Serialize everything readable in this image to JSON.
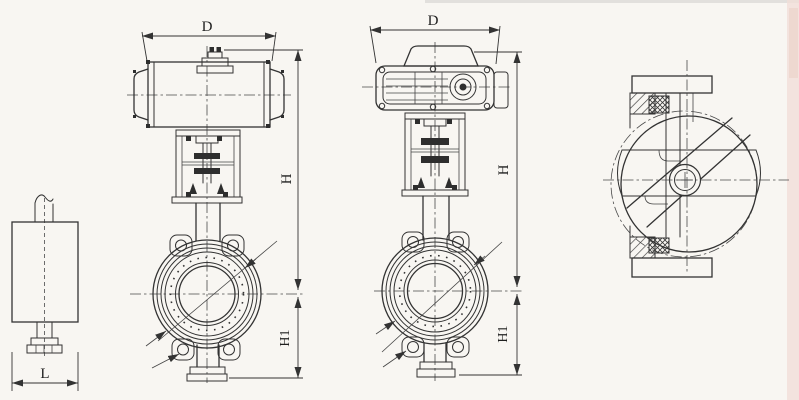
{
  "colors": {
    "line": "#333333",
    "background": "#f8f6f2",
    "scan_edge_pink": "#f1ded8",
    "scan_top_gray": "#d8d7d4"
  },
  "views": {
    "side_view": {
      "dim_l": "L"
    },
    "pneumatic_valve_view": {
      "dim_d": "D",
      "dim_h": "H",
      "dim_h1": "H1"
    },
    "electric_valve_view": {
      "dim_d": "D",
      "dim_h": "H",
      "dim_h1": "H1"
    }
  }
}
